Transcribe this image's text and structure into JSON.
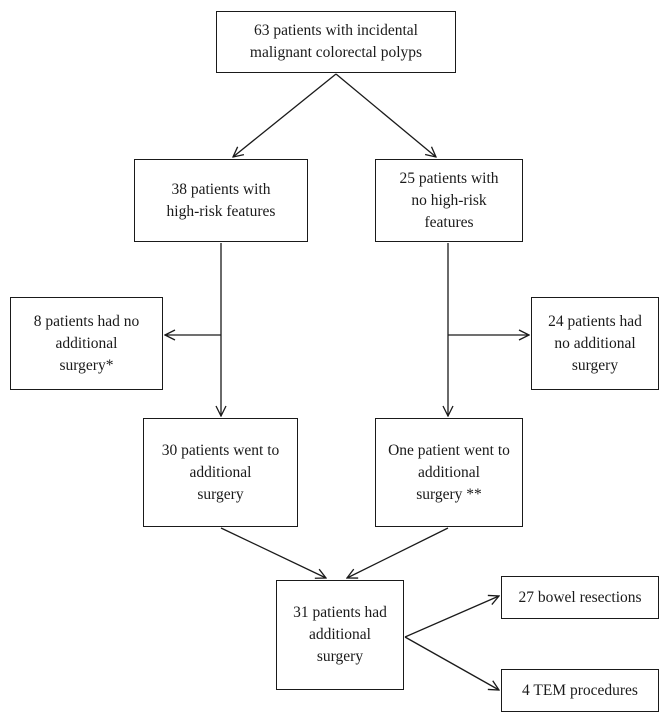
{
  "diagram": {
    "root": "63 patients with incidental\nmalignant colorectal polyps",
    "high_risk": "38 patients with\nhigh-risk features",
    "no_high_risk": "25 patients with\nno high-risk\nfeatures",
    "no_surgery_left": "8 patients had no\nadditional\nsurgery*",
    "no_surgery_right": "24 patients had\nno additional\nsurgery",
    "surgery_left": "30 patients went to\nadditional\nsurgery",
    "surgery_right": "One patient went to\nadditional\nsurgery **",
    "total_surgery": "31 patients had\nadditional\nsurgery",
    "bowel_resections": "27 bowel resections",
    "tem_procedures": "4 TEM procedures"
  },
  "colors": {
    "line": "#1a1a1a",
    "background": "#ffffff"
  }
}
